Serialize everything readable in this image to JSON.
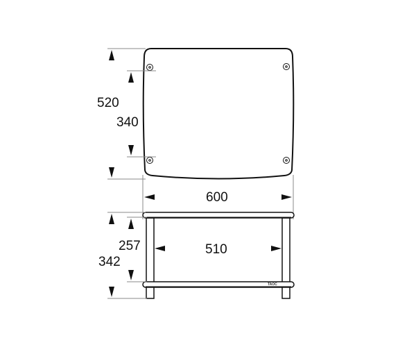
{
  "title": "Rack dimensions drawing",
  "top_view": {
    "depth_total": "520",
    "screw_spacing": "340"
  },
  "front_view": {
    "width": "600",
    "inner_width": "510",
    "shelf_gap": "257",
    "height_total": "342",
    "brand": "TAOC"
  },
  "colors": {
    "line": "#111111",
    "extension": "#888888"
  }
}
